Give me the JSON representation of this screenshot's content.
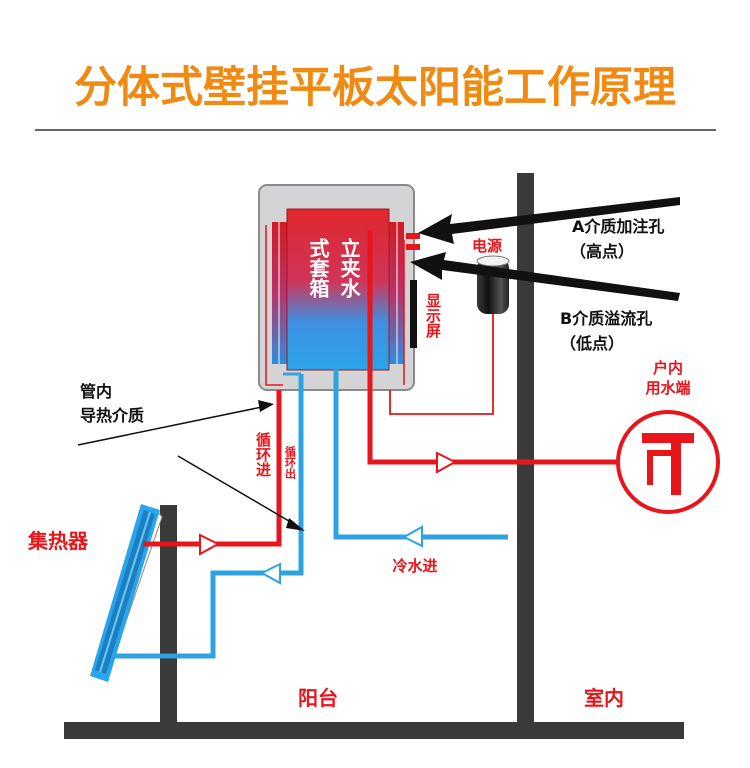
{
  "title": "分体式壁挂平板太阳能工作原理",
  "tank": {
    "label_left": "式套箱",
    "label_right": "立夹水",
    "display_label": "显示屏"
  },
  "labels": {
    "power": "电源",
    "inlet_a": "A介质加注孔",
    "inlet_a_sub": "（高点）",
    "overflow_b": "B介质溢流孔",
    "overflow_b_sub": "（低点）",
    "indoor_use": "户内",
    "indoor_use_2": "用水端",
    "medium": "管内",
    "medium_2": "导热介质",
    "loop_in": "循环进",
    "loop_out": "循环出",
    "collector": "集热器",
    "cold_in": "冷水进",
    "balcony": "阳台",
    "indoor": "室内"
  },
  "colors": {
    "title": "#f08a12",
    "hot": "#e8151b",
    "cold": "#2fa3e0",
    "wall": "#3a3a3a",
    "tank_body": "#d4d4d6"
  }
}
